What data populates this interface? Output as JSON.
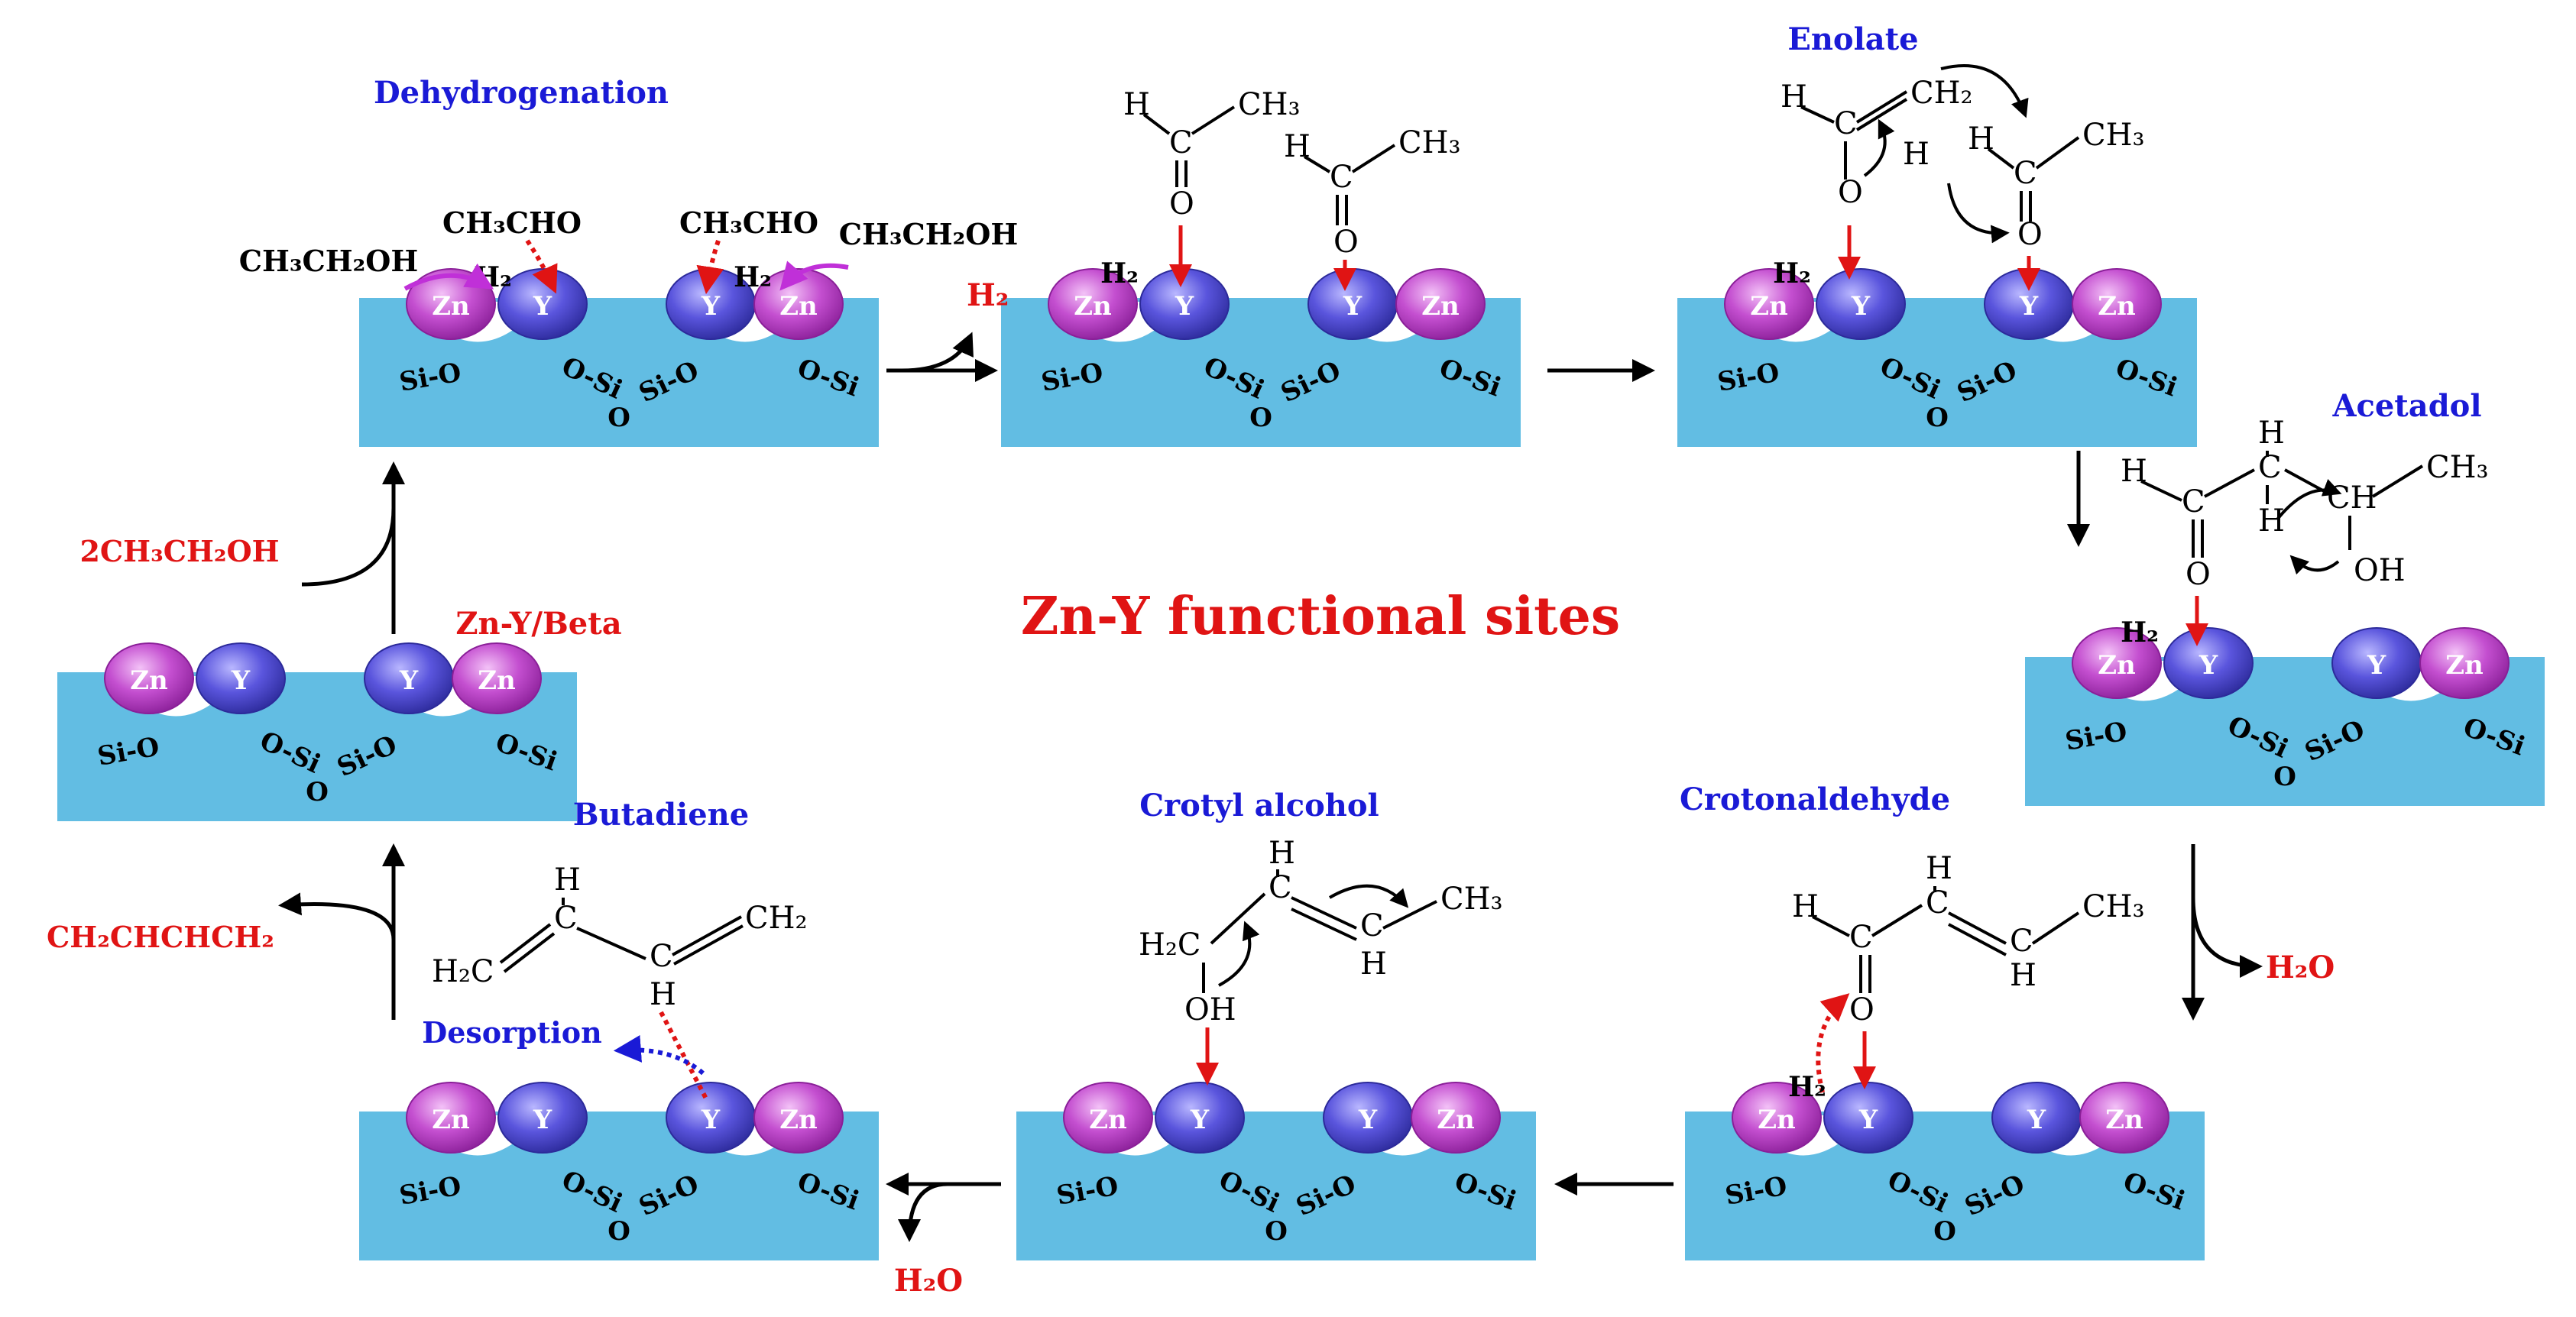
{
  "center_title": "Zn-Y functional sites",
  "colors": {
    "support": "#62bde3",
    "zn": "#c44fd0",
    "y": "#5a55dd",
    "red": "#e01414",
    "blue": "#1a1ad6"
  },
  "site_labels": {
    "zn": "Zn",
    "y": "Y"
  },
  "support_labels": {
    "sio_left": "Si-O",
    "osi_a": "O-Si",
    "o_mid": "O",
    "sio_mid": "Si-O",
    "osi_right": "O-Si"
  },
  "stage_labels": {
    "dehydrogenation": "Dehydrogenation",
    "enolate": "Enolate",
    "acetadol": "Acetadol",
    "crotonaldehyde": "Crotonaldehyde",
    "crotyl_alcohol": "Crotyl alcohol",
    "butadiene": "Butadiene",
    "desorption": "Desorption",
    "catalyst": "Zn-Y/Beta"
  },
  "species": {
    "ethanol_in": "2CH₃CH₂OH",
    "butadiene_out": "CH₂CHCHCH₂",
    "h2": "H₂",
    "h2o": "H₂O",
    "ch3cho": "CH₃CHO",
    "ch3ch2oh": "CH₃CH₂OH"
  },
  "atoms": {
    "h": "H",
    "o": "O",
    "c": "C",
    "ch": "CH",
    "oh": "OH",
    "ch3": "CH₃",
    "ch2": "CH₂",
    "h2c": "H₂C"
  }
}
